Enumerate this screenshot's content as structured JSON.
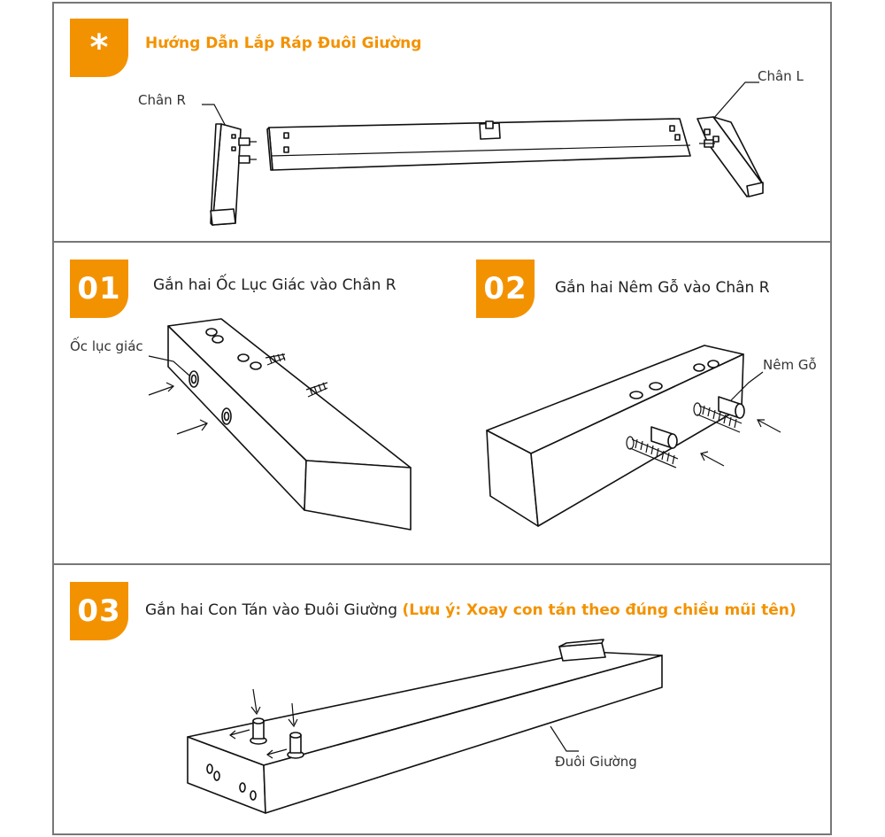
{
  "header": {
    "badge_symbol": "*",
    "title": "Hướng Dẫn Lắp Ráp Đuôi Giường",
    "label_leg_right": "Chân R",
    "label_leg_left": "Chân L"
  },
  "steps": [
    {
      "number": "01",
      "title": "Gắn hai Ốc Lục Giác vào Chân R",
      "label": "Ốc lục giác"
    },
    {
      "number": "02",
      "title": "Gắn hai Nêm Gỗ vào Chân R",
      "label": "Nêm Gỗ"
    },
    {
      "number": "03",
      "title": "Gắn hai Con Tán vào Đuôi Giường",
      "note": "(Lưu ý: Xoay con tán theo đúng chiều mũi tên)",
      "label": "Đuôi Giường"
    }
  ],
  "colors": {
    "accent": "#f39200",
    "border": "#777777",
    "line": "#111111"
  }
}
